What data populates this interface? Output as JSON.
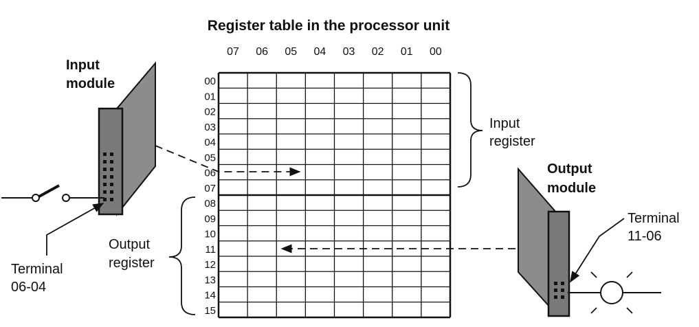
{
  "title": "Register table in the processor unit",
  "columns": [
    "07",
    "06",
    "05",
    "04",
    "03",
    "02",
    "01",
    "00"
  ],
  "rows": [
    "00",
    "01",
    "02",
    "03",
    "04",
    "05",
    "06",
    "07",
    "08",
    "09",
    "10",
    "11",
    "12",
    "13",
    "14",
    "15"
  ],
  "input_module": {
    "line1": "Input",
    "line2": "module"
  },
  "output_module": {
    "line1": "Output",
    "line2": "module"
  },
  "input_register": {
    "line1": "Input",
    "line2": "register"
  },
  "output_register": {
    "line1": "Output",
    "line2": "register"
  },
  "terminal_input": {
    "line1": "Terminal",
    "line2": "06-04"
  },
  "terminal_output": {
    "line1": "Terminal",
    "line2": "11-06"
  },
  "colors": {
    "ink": "#111111",
    "module_fill": "#8c8c8c",
    "module_face": "#7a7a7a",
    "background": "#ffffff"
  }
}
